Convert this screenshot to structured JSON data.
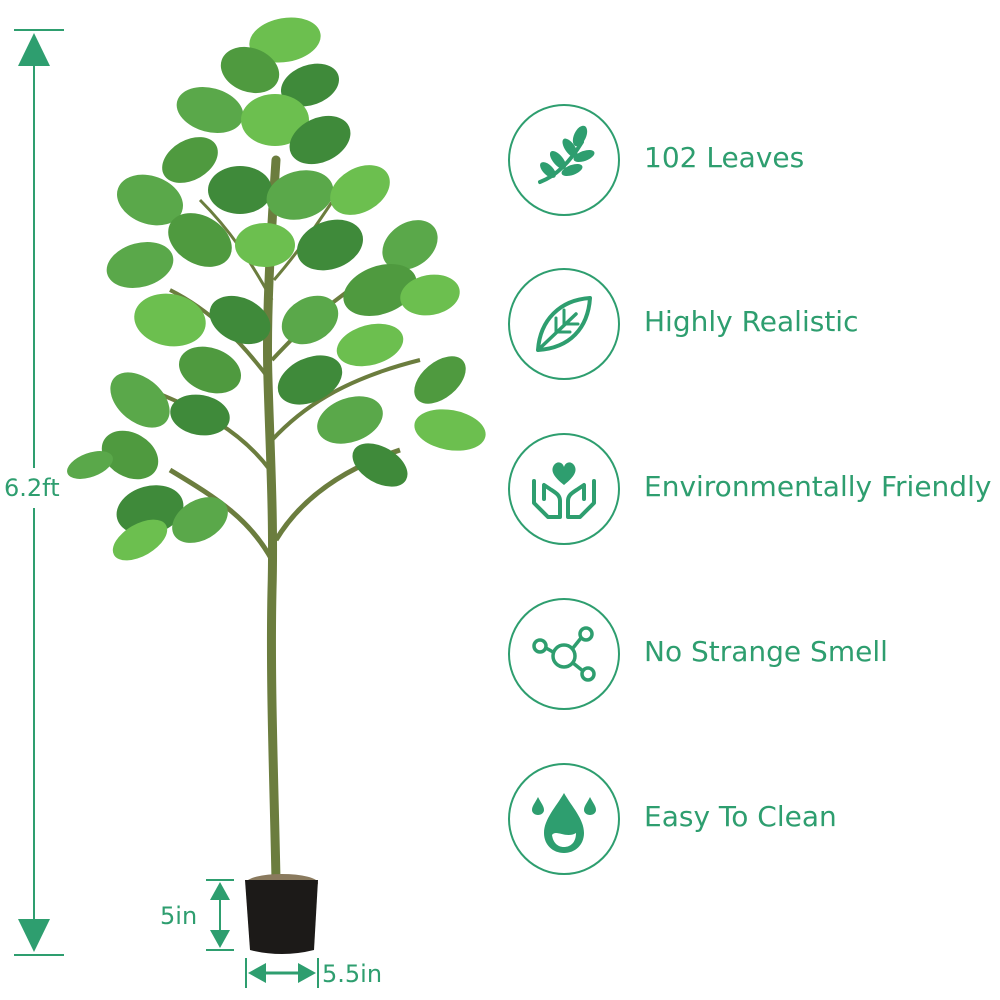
{
  "colors": {
    "accent": "#2e9e6f",
    "leaf_dark": "#3f8a3a",
    "leaf_light": "#6cbf4f",
    "trunk": "#6b7d3e",
    "pot": "#1c1a18"
  },
  "dimensions": {
    "height": "6.2ft",
    "pot_height": "5in",
    "pot_width": "5.5in"
  },
  "features": [
    {
      "icon": "leaves-branch-icon",
      "label": "102 Leaves"
    },
    {
      "icon": "leaf-icon",
      "label": "Highly Realistic"
    },
    {
      "icon": "heart-hands-icon",
      "label": "Environmentally Friendly"
    },
    {
      "icon": "molecule-icon",
      "label": "No Strange Smell"
    },
    {
      "icon": "water-drop-icon",
      "label": "Easy To Clean"
    }
  ]
}
